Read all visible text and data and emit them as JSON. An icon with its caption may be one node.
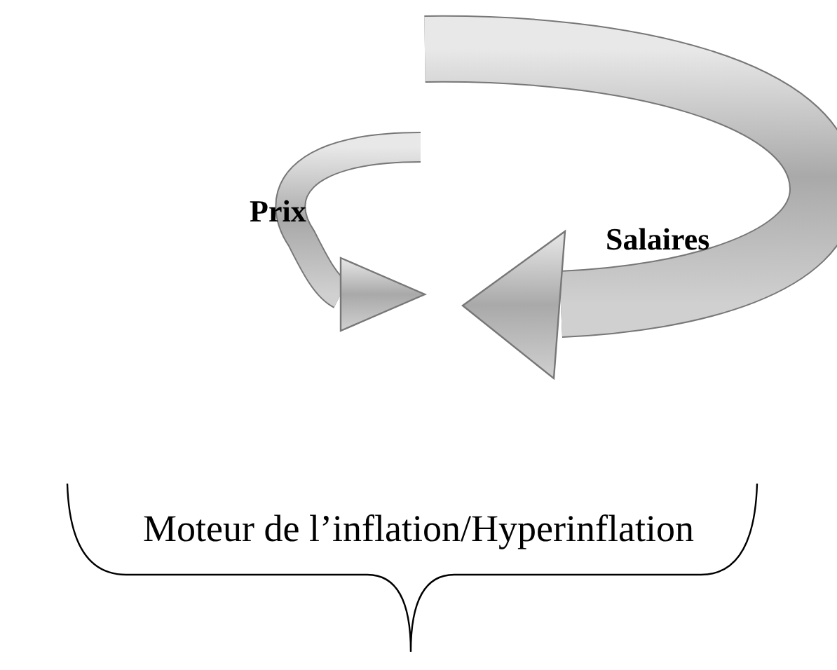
{
  "diagram": {
    "nodes": [
      {
        "text": [
          "Prix"
        ]
      },
      {
        "text": [
          "Salaires"
        ]
      }
    ],
    "labels": [
      "Moteur de l’inflation/Hyperinflation"
    ]
  }
}
